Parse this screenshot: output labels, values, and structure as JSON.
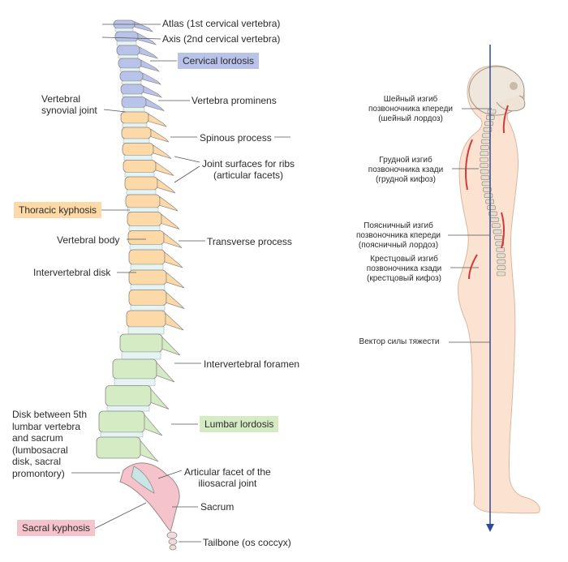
{
  "colors": {
    "cervical": "#b9c3ea",
    "thoracic": "#fcd9a6",
    "lumbar": "#d5ebc3",
    "sacral": "#f5c3cc",
    "skin": "#fbe2d1",
    "gravity_line": "#2e4b9b",
    "curve_marker": "#d23a3a"
  },
  "spine_labels": {
    "atlas": "Atlas (1st cervical vertebra)",
    "axis": "Axis (2nd cervical vertebra)",
    "cervical_lordosis": "Cervical lordosis",
    "vertebral_synovial_joint": "Vertebral\nsynovial joint",
    "vertebra_prominens": "Vertebra prominens",
    "spinous_process": "Spinous process",
    "joint_surfaces": "Joint surfaces for ribs\n(articular facets)",
    "thoracic_kyphosis": "Thoracic kyphosis",
    "vertebral_body": "Vertebral body",
    "transverse_process": "Transverse process",
    "intervertebral_disk": "Intervertebral disk",
    "intervertebral_foramen": "Intervertebral foramen",
    "disk_5th_lumbar": "Disk between 5th\nlumbar vertebra\nand sacrum\n(lumbosacral\ndisk, sacral\npromontory)",
    "lumbar_lordosis": "Lumbar lordosis",
    "articular_facet_iliosacral": "Articular facet of the\niliosacral joint",
    "sacrum": "Sacrum",
    "sacral_kyphosis": "Sacral kyphosis",
    "tailbone": "Tailbone (os coccyx)"
  },
  "figure_labels": {
    "cervical_curve": "Шейный изгиб\nпозвоночника кпереди\n(шейный лордоз)",
    "thoracic_curve": "Грудной изгиб\nпозвоночника кзади\n(грудной кифоз)",
    "lumbar_curve": "Поясничный изгиб\nпозвоночника кпереди\n(поясничный лордоз)",
    "sacral_curve": "Крестцовый изгиб\nпозвоночника кзади\n(крестцовый кифоз)",
    "gravity_vector": "Вектор силы тяжести"
  }
}
